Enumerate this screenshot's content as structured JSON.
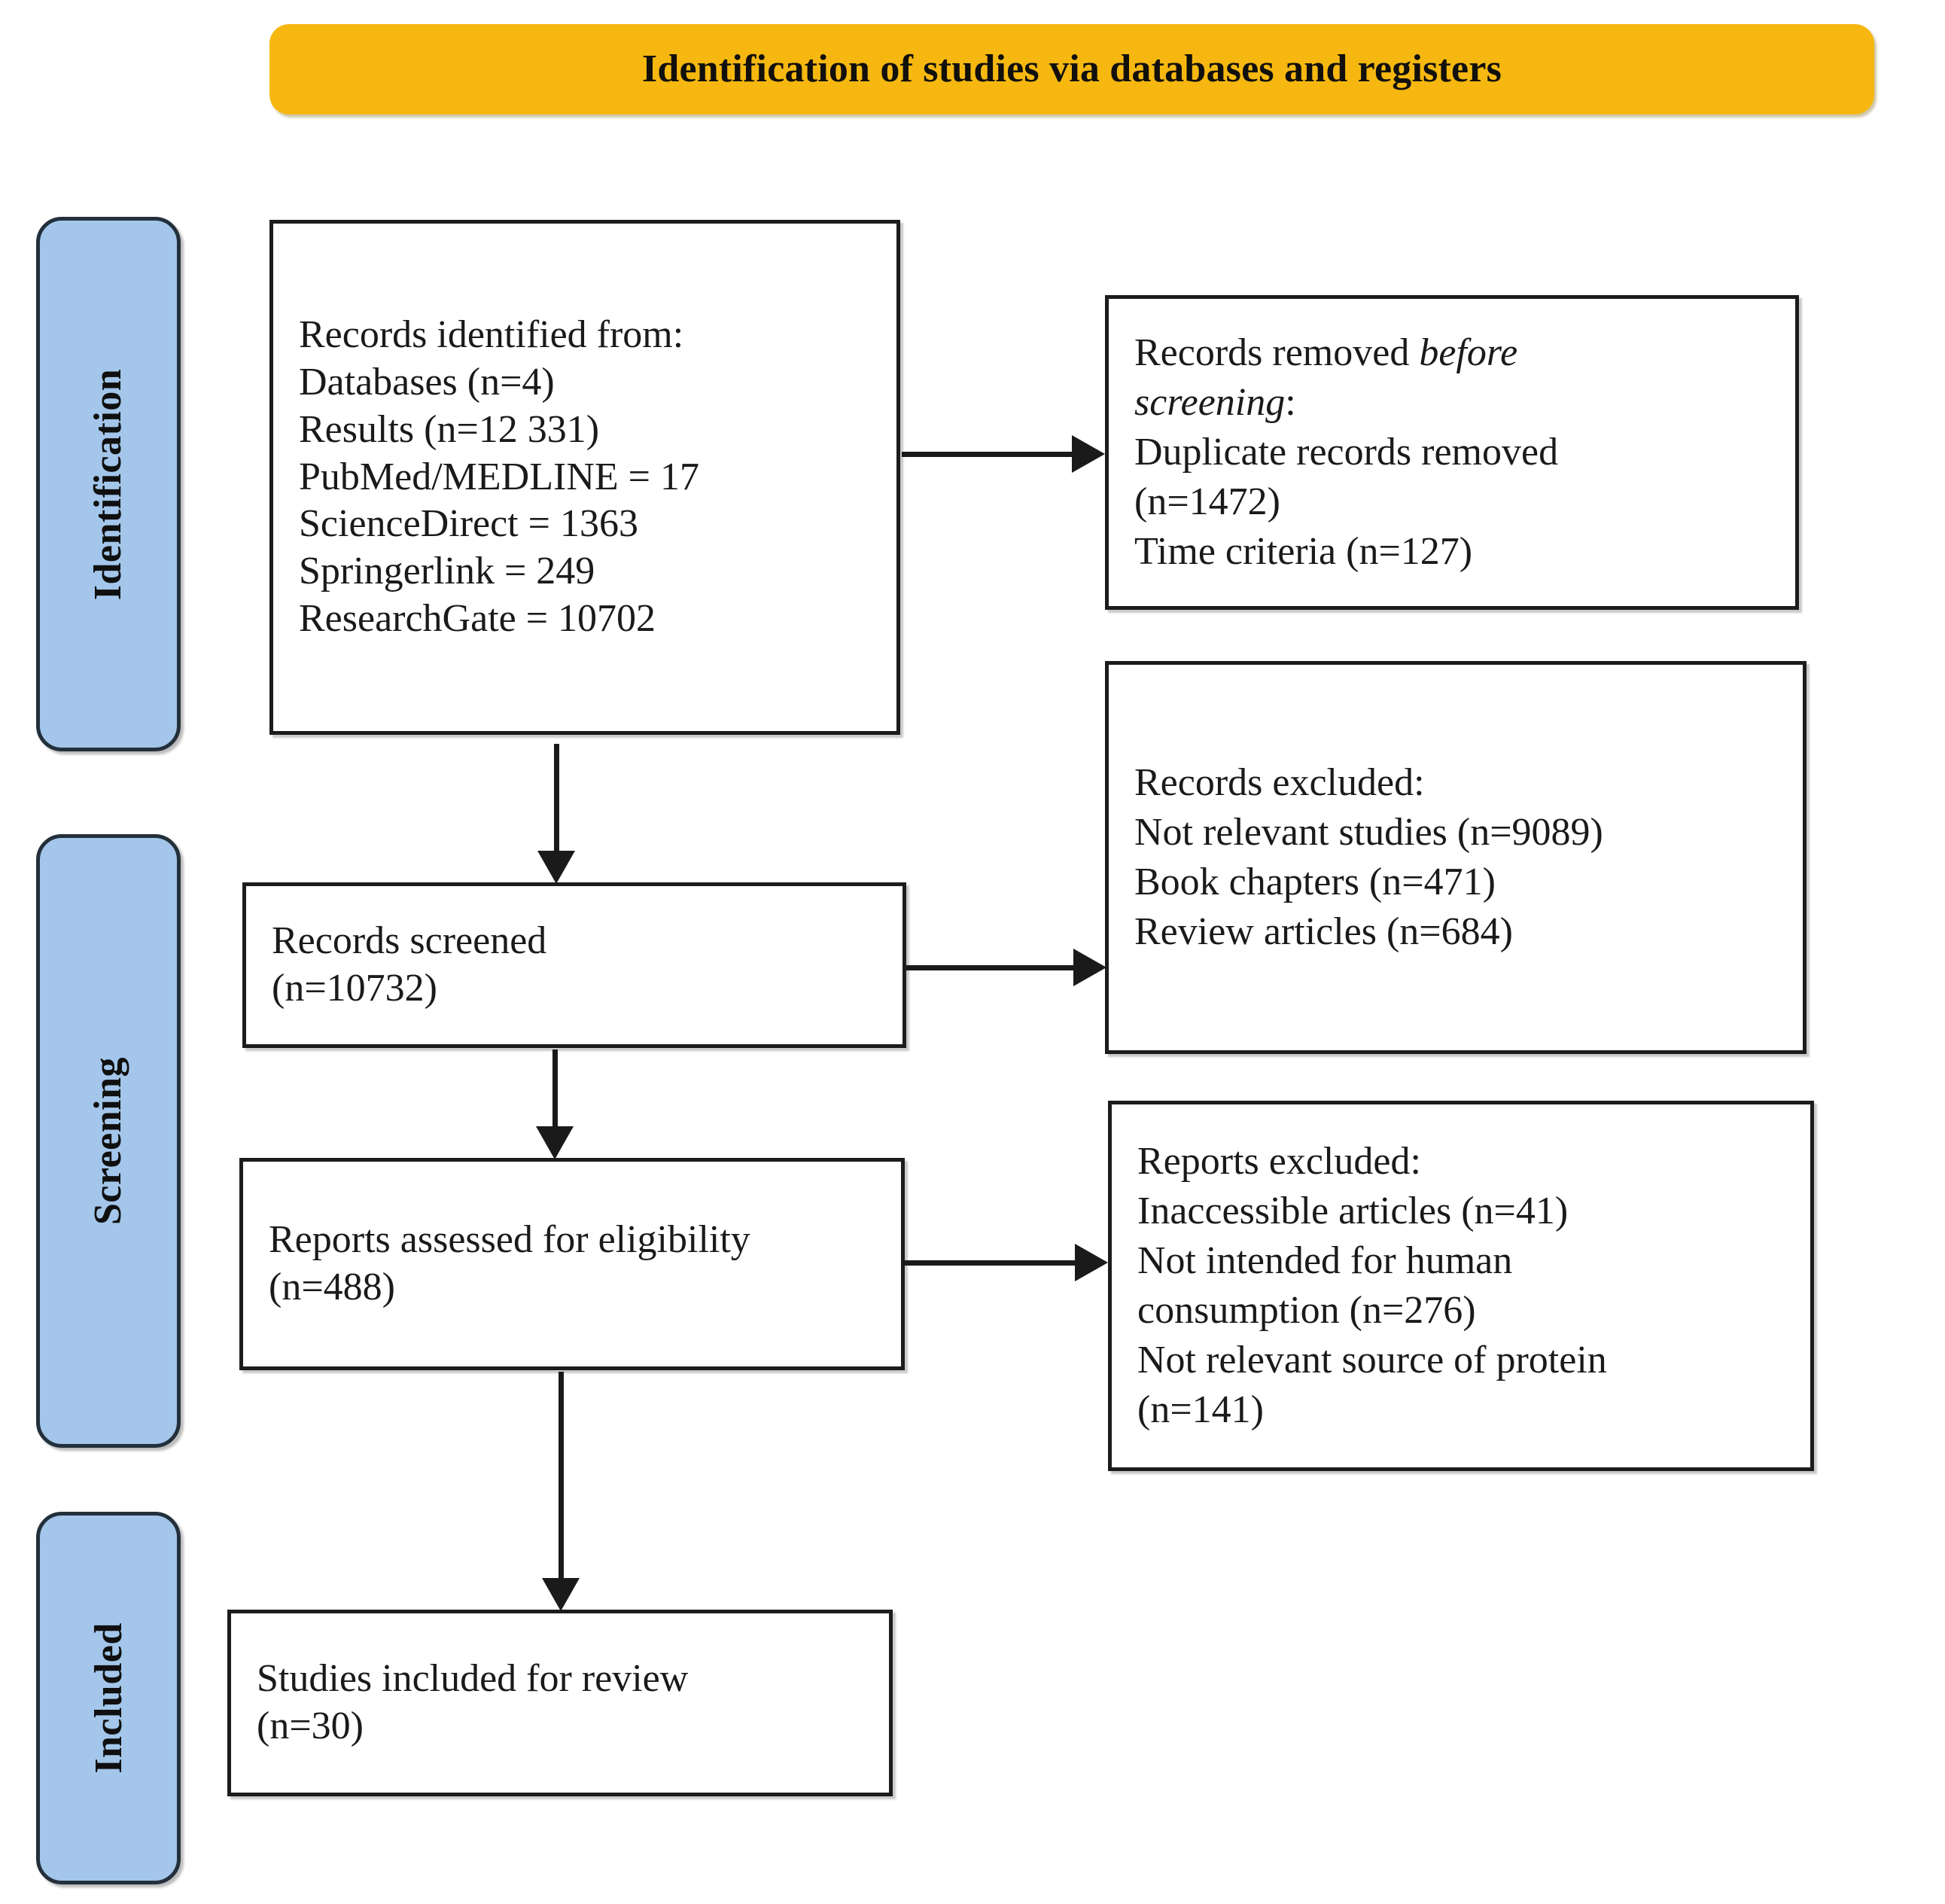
{
  "banner": {
    "title": "Identification of studies via databases and registers",
    "color": "#F6B810"
  },
  "stages": {
    "color": "#A3C6EA",
    "identification": "Identification",
    "screening": "Screening",
    "included": "Included"
  },
  "boxes": {
    "identified": {
      "name": "records-identified",
      "lines": [
        "Records identified from:",
        "Databases (n=4)",
        "Results (n=12 331)",
        "PubMed/MEDLINE = 17",
        "ScienceDirect = 1363",
        "Springerlink = 249",
        "ResearchGate = 10702"
      ]
    },
    "removed": {
      "name": "records-removed-before-screening",
      "line1_plain": "Records removed ",
      "line1_italic": "before",
      "line2_italic": "screening",
      "line2_plain": ":",
      "lines_rest": [
        "Duplicate records removed",
        "(n=1472)",
        "Time criteria (n=127)"
      ]
    },
    "screened": {
      "name": "records-screened",
      "lines": [
        "Records screened",
        "(n=10732)"
      ]
    },
    "excluded_records": {
      "name": "records-excluded",
      "lines": [
        "Records excluded:",
        "Not relevant studies (n=9089)",
        "Book chapters (n=471)",
        "Review articles (n=684)"
      ]
    },
    "eligibility": {
      "name": "reports-assessed-for-eligibility",
      "lines": [
        "Reports assessed for eligibility",
        "(n=488)"
      ]
    },
    "excluded_reports": {
      "name": "reports-excluded",
      "lines": [
        "Reports excluded:",
        "Inaccessible articles (n=41)",
        "Not intended for human",
        "consumption (n=276)",
        "Not relevant source of protein",
        "(n=141)"
      ]
    },
    "included": {
      "name": "studies-included-for-review",
      "lines": [
        "Studies included for review",
        "(n=30)"
      ]
    }
  },
  "chart_data": {
    "type": "diagram",
    "title": "Identification of studies via databases and registers",
    "diagram_kind": "PRISMA flow diagram",
    "stages": [
      "Identification",
      "Screening",
      "Included"
    ],
    "nodes": [
      {
        "id": "identified",
        "stage": "Identification",
        "label": "Records identified from",
        "databases": 4,
        "results_total": 12331,
        "sources": [
          {
            "name": "PubMed/MEDLINE",
            "count": 17
          },
          {
            "name": "ScienceDirect",
            "count": 1363
          },
          {
            "name": "Springerlink",
            "count": 249
          },
          {
            "name": "ResearchGate",
            "count": 10702
          }
        ]
      },
      {
        "id": "removed",
        "stage": "Identification",
        "label": "Records removed before screening",
        "items": [
          {
            "name": "Duplicate records removed",
            "n": 1472
          },
          {
            "name": "Time criteria",
            "n": 127
          }
        ]
      },
      {
        "id": "screened",
        "stage": "Screening",
        "label": "Records screened",
        "n": 10732
      },
      {
        "id": "excluded_records",
        "stage": "Screening",
        "label": "Records excluded",
        "items": [
          {
            "name": "Not relevant studies",
            "n": 9089
          },
          {
            "name": "Book chapters",
            "n": 471
          },
          {
            "name": "Review articles",
            "n": 684
          }
        ]
      },
      {
        "id": "eligibility",
        "stage": "Screening",
        "label": "Reports assessed for eligibility",
        "n": 488
      },
      {
        "id": "excluded_reports",
        "stage": "Screening",
        "label": "Reports excluded",
        "items": [
          {
            "name": "Inaccessible articles",
            "n": 41
          },
          {
            "name": "Not intended for human consumption",
            "n": 276
          },
          {
            "name": "Not relevant source of protein",
            "n": 141
          }
        ]
      },
      {
        "id": "included",
        "stage": "Included",
        "label": "Studies included for review",
        "n": 30
      }
    ],
    "edges": [
      {
        "from": "identified",
        "to": "removed",
        "direction": "right"
      },
      {
        "from": "identified",
        "to": "screened",
        "direction": "down"
      },
      {
        "from": "screened",
        "to": "excluded_records",
        "direction": "right"
      },
      {
        "from": "screened",
        "to": "eligibility",
        "direction": "down"
      },
      {
        "from": "eligibility",
        "to": "excluded_reports",
        "direction": "right"
      },
      {
        "from": "eligibility",
        "to": "included",
        "direction": "down"
      }
    ]
  }
}
